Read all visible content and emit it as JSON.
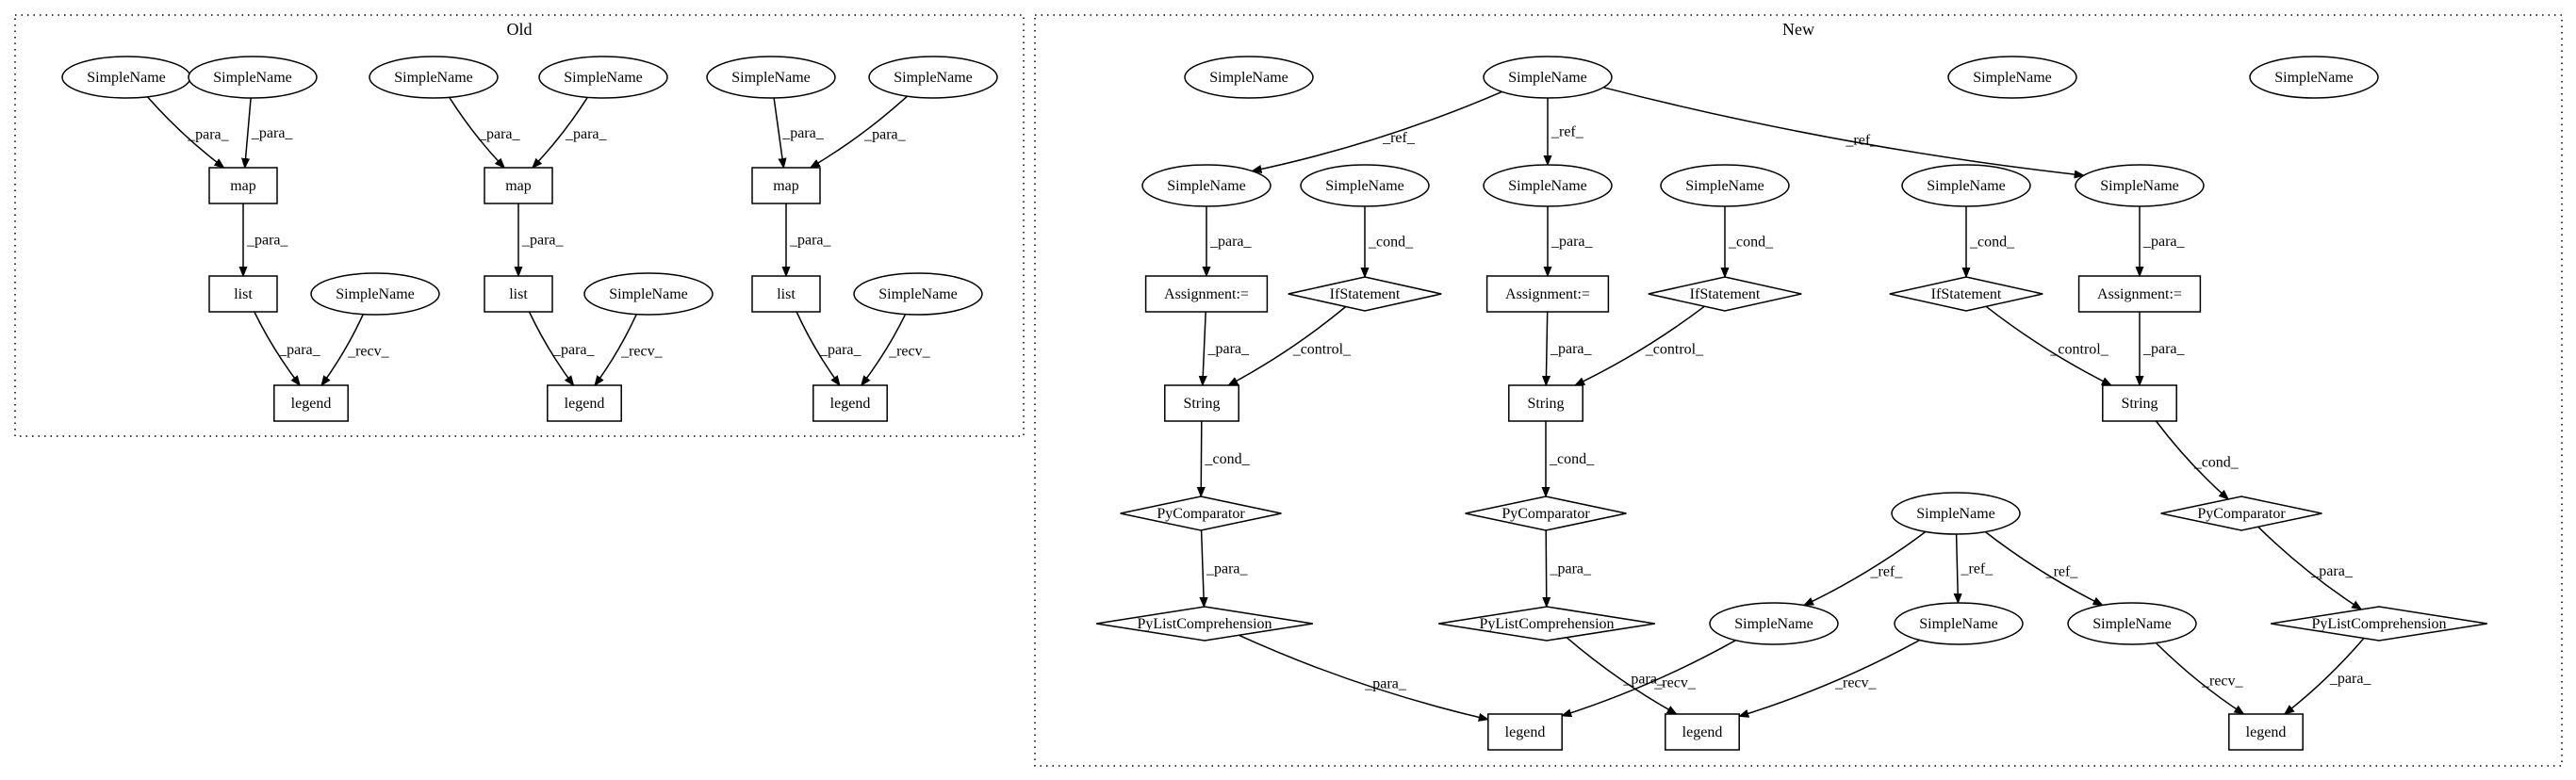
{
  "clusters": [
    {
      "id": "old",
      "label": "Old"
    },
    {
      "id": "new",
      "label": "New"
    }
  ],
  "nodes": [
    {
      "id": "o1",
      "shape": "ellipse",
      "label": "SimpleName"
    },
    {
      "id": "o2",
      "shape": "ellipse",
      "label": "SimpleName"
    },
    {
      "id": "o3",
      "shape": "box",
      "label": "map"
    },
    {
      "id": "o4",
      "shape": "box",
      "label": "list"
    },
    {
      "id": "o5",
      "shape": "ellipse",
      "label": "SimpleName"
    },
    {
      "id": "o6",
      "shape": "box",
      "label": "legend"
    },
    {
      "id": "o7",
      "shape": "ellipse",
      "label": "SimpleName"
    },
    {
      "id": "o8",
      "shape": "ellipse",
      "label": "SimpleName"
    },
    {
      "id": "o9",
      "shape": "box",
      "label": "map"
    },
    {
      "id": "o10",
      "shape": "box",
      "label": "list"
    },
    {
      "id": "o11",
      "shape": "ellipse",
      "label": "SimpleName"
    },
    {
      "id": "o12",
      "shape": "box",
      "label": "legend"
    },
    {
      "id": "o13",
      "shape": "ellipse",
      "label": "SimpleName"
    },
    {
      "id": "o14",
      "shape": "ellipse",
      "label": "SimpleName"
    },
    {
      "id": "o15",
      "shape": "box",
      "label": "map"
    },
    {
      "id": "o16",
      "shape": "box",
      "label": "list"
    },
    {
      "id": "o17",
      "shape": "ellipse",
      "label": "SimpleName"
    },
    {
      "id": "o18",
      "shape": "box",
      "label": "legend"
    },
    {
      "id": "n1",
      "shape": "ellipse",
      "label": "SimpleName"
    },
    {
      "id": "n2",
      "shape": "ellipse",
      "label": "SimpleName"
    },
    {
      "id": "n3",
      "shape": "ellipse",
      "label": "SimpleName"
    },
    {
      "id": "n4",
      "shape": "ellipse",
      "label": "SimpleName"
    },
    {
      "id": "n5",
      "shape": "ellipse",
      "label": "SimpleName"
    },
    {
      "id": "n6",
      "shape": "ellipse",
      "label": "SimpleName"
    },
    {
      "id": "n7",
      "shape": "ellipse",
      "label": "SimpleName"
    },
    {
      "id": "n8",
      "shape": "ellipse",
      "label": "SimpleName"
    },
    {
      "id": "n9",
      "shape": "ellipse",
      "label": "SimpleName"
    },
    {
      "id": "n10",
      "shape": "ellipse",
      "label": "SimpleName"
    },
    {
      "id": "n11",
      "shape": "box",
      "label": "Assignment:="
    },
    {
      "id": "n12",
      "shape": "diamond",
      "label": "IfStatement"
    },
    {
      "id": "n13",
      "shape": "box",
      "label": "Assignment:="
    },
    {
      "id": "n14",
      "shape": "diamond",
      "label": "IfStatement"
    },
    {
      "id": "n15",
      "shape": "diamond",
      "label": "IfStatement"
    },
    {
      "id": "n16",
      "shape": "box",
      "label": "Assignment:="
    },
    {
      "id": "n17",
      "shape": "box",
      "label": "String"
    },
    {
      "id": "n18",
      "shape": "box",
      "label": "String"
    },
    {
      "id": "n19",
      "shape": "box",
      "label": "String"
    },
    {
      "id": "n20",
      "shape": "diamond",
      "label": "PyComparator"
    },
    {
      "id": "n21",
      "shape": "diamond",
      "label": "PyComparator"
    },
    {
      "id": "n22",
      "shape": "diamond",
      "label": "PyComparator"
    },
    {
      "id": "n23",
      "shape": "ellipse",
      "label": "SimpleName"
    },
    {
      "id": "n24",
      "shape": "diamond",
      "label": "PyListComprehension"
    },
    {
      "id": "n25",
      "shape": "diamond",
      "label": "PyListComprehension"
    },
    {
      "id": "n26",
      "shape": "ellipse",
      "label": "SimpleName"
    },
    {
      "id": "n27",
      "shape": "ellipse",
      "label": "SimpleName"
    },
    {
      "id": "n28",
      "shape": "ellipse",
      "label": "SimpleName"
    },
    {
      "id": "n29",
      "shape": "diamond",
      "label": "PyListComprehension"
    },
    {
      "id": "n30",
      "shape": "box",
      "label": "legend"
    },
    {
      "id": "n31",
      "shape": "box",
      "label": "legend"
    },
    {
      "id": "n32",
      "shape": "box",
      "label": "legend"
    }
  ],
  "edges": [
    {
      "from": "o1",
      "to": "o3",
      "label": "_para_"
    },
    {
      "from": "o2",
      "to": "o3",
      "label": "_para_"
    },
    {
      "from": "o3",
      "to": "o4",
      "label": "_para_"
    },
    {
      "from": "o4",
      "to": "o6",
      "label": "_para_"
    },
    {
      "from": "o5",
      "to": "o6",
      "label": "_recv_"
    },
    {
      "from": "o7",
      "to": "o9",
      "label": "_para_"
    },
    {
      "from": "o8",
      "to": "o9",
      "label": "_para_"
    },
    {
      "from": "o9",
      "to": "o10",
      "label": "_para_"
    },
    {
      "from": "o10",
      "to": "o12",
      "label": "_para_"
    },
    {
      "from": "o11",
      "to": "o12",
      "label": "_recv_"
    },
    {
      "from": "o13",
      "to": "o15",
      "label": "_para_"
    },
    {
      "from": "o14",
      "to": "o15",
      "label": "_para_"
    },
    {
      "from": "o15",
      "to": "o16",
      "label": "_para_"
    },
    {
      "from": "o16",
      "to": "o18",
      "label": "_para_"
    },
    {
      "from": "o17",
      "to": "o18",
      "label": "_recv_"
    },
    {
      "from": "n2",
      "to": "n5",
      "label": "_ref_"
    },
    {
      "from": "n2",
      "to": "n7",
      "label": "_ref_"
    },
    {
      "from": "n2",
      "to": "n10",
      "label": "_ref_"
    },
    {
      "from": "n5",
      "to": "n11",
      "label": "_para_"
    },
    {
      "from": "n6",
      "to": "n12",
      "label": "_cond_"
    },
    {
      "from": "n7",
      "to": "n13",
      "label": "_para_"
    },
    {
      "from": "n8",
      "to": "n14",
      "label": "_cond_"
    },
    {
      "from": "n9",
      "to": "n15",
      "label": "_cond_"
    },
    {
      "from": "n10",
      "to": "n16",
      "label": "_para_"
    },
    {
      "from": "n11",
      "to": "n17",
      "label": "_para_"
    },
    {
      "from": "n12",
      "to": "n17",
      "label": "_control_"
    },
    {
      "from": "n13",
      "to": "n18",
      "label": "_para_"
    },
    {
      "from": "n14",
      "to": "n18",
      "label": "_control_"
    },
    {
      "from": "n15",
      "to": "n19",
      "label": "_control_"
    },
    {
      "from": "n16",
      "to": "n19",
      "label": "_para_"
    },
    {
      "from": "n17",
      "to": "n20",
      "label": "_cond_"
    },
    {
      "from": "n18",
      "to": "n21",
      "label": "_cond_"
    },
    {
      "from": "n19",
      "to": "n22",
      "label": "_cond_"
    },
    {
      "from": "n20",
      "to": "n24",
      "label": "_para_"
    },
    {
      "from": "n21",
      "to": "n25",
      "label": "_para_"
    },
    {
      "from": "n22",
      "to": "n29",
      "label": "_para_"
    },
    {
      "from": "n23",
      "to": "n26",
      "label": "_ref_"
    },
    {
      "from": "n23",
      "to": "n27",
      "label": "_ref_"
    },
    {
      "from": "n23",
      "to": "n28",
      "label": "_ref_"
    },
    {
      "from": "n24",
      "to": "n30",
      "label": "_para_"
    },
    {
      "from": "n26",
      "to": "n30",
      "label": "_recv_"
    },
    {
      "from": "n25",
      "to": "n31",
      "label": "_para_"
    },
    {
      "from": "n27",
      "to": "n31",
      "label": "_recv_"
    },
    {
      "from": "n28",
      "to": "n32",
      "label": "_recv_"
    },
    {
      "from": "n29",
      "to": "n32",
      "label": "_para_"
    }
  ]
}
